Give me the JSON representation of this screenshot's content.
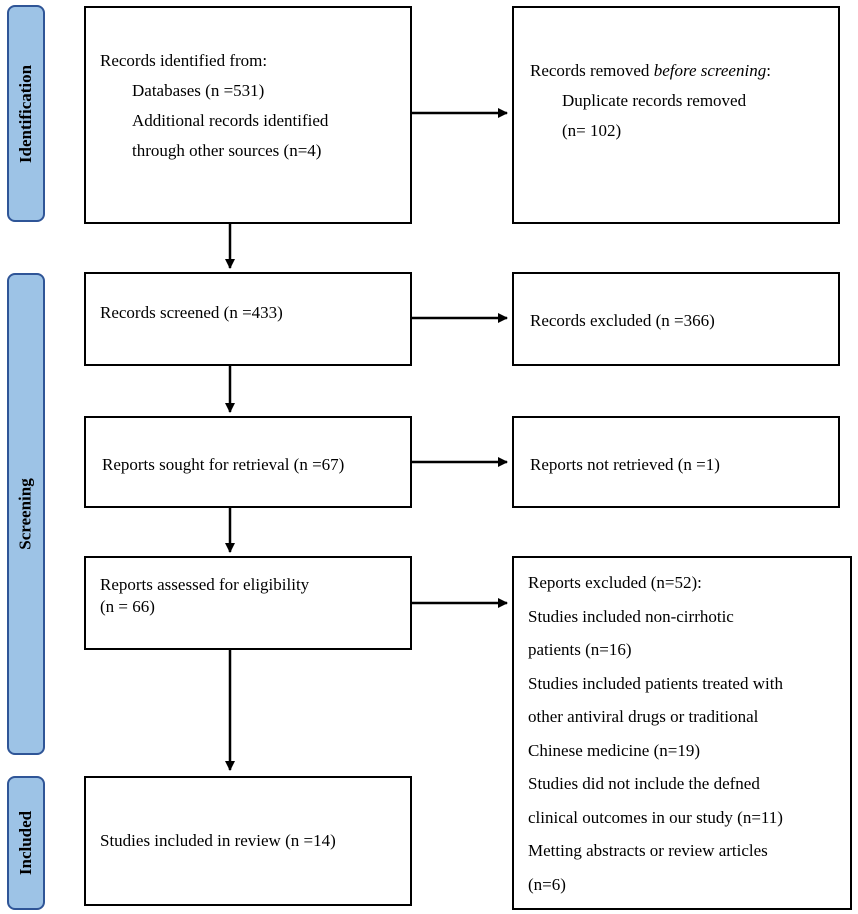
{
  "phases": {
    "identification": "Identification",
    "screening": "Screening",
    "included": "Included"
  },
  "identified": {
    "heading": "Records identified from:",
    "databases": "Databases (n =531)",
    "additional_1": "Additional records identified",
    "additional_2": "through other sources (n=4)"
  },
  "removed": {
    "heading_a": "Records removed ",
    "heading_b": "before screening",
    "heading_c": ":",
    "duplicates": "Duplicate records removed",
    "count": "(n= 102)"
  },
  "screened": {
    "label": "Records screened (n =433)"
  },
  "excluded": {
    "label": "Records excluded (n =366)"
  },
  "sought": {
    "label": "Reports sought for retrieval (n =67)"
  },
  "not_retrieved": {
    "label": "Reports not retrieved (n =1)"
  },
  "assessed": {
    "line1": "Reports assessed for eligibility",
    "line2": "(n = 66)"
  },
  "reports_excluded": {
    "lines": [
      "Reports excluded (n=52):",
      "Studies included non-cirrhotic",
      "patients (n=16)",
      "Studies included patients treated with",
      "other antiviral drugs or traditional",
      "Chinese medicine (n=19)",
      "Studies did not include the defned",
      "clinical outcomes in our study (n=11)",
      "Metting abstracts or review articles",
      "(n=6)"
    ]
  },
  "included": {
    "label": "Studies included in review (n =14)"
  }
}
